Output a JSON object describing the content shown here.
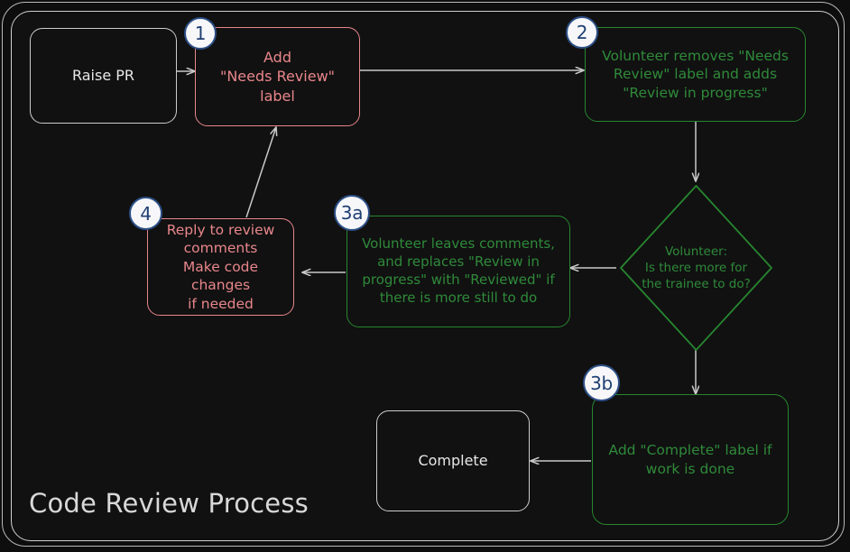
{
  "diagram": {
    "title": "Code Review Process",
    "type": "flowchart",
    "background_color": "#111111",
    "frame_color": "#cfcfcf",
    "palette": {
      "neutral_border": "#cccccc",
      "neutral_text": "#e8e8e8",
      "red_border": "#e8868b",
      "red_text": "#e8868b",
      "green_border": "#27862f",
      "green_text": "#2f8a3a",
      "edge_color": "#c9c9c9",
      "badge_fill": "#f7f7f9",
      "badge_border": "#2c4f86",
      "badge_text": "#1f3f72"
    },
    "nodes": [
      {
        "id": "raise-pr",
        "label": "Raise PR",
        "style": "neutral",
        "shape": "rounded-rect"
      },
      {
        "id": "add-needs-review",
        "label": "Add\n\"Needs Review\"\nlabel",
        "style": "red",
        "shape": "rounded-rect",
        "badge": "1"
      },
      {
        "id": "volunteer-removes",
        "label": "Volunteer removes \"Needs\nReview\" label and adds\n\"Review in progress\"",
        "style": "green",
        "shape": "rounded-rect",
        "badge": "2"
      },
      {
        "id": "decision-more-work",
        "label": "Volunteer:\nIs there more for\nthe trainee to do?",
        "style": "green",
        "shape": "diamond"
      },
      {
        "id": "volunteer-comments",
        "label": "Volunteer leaves comments,\nand replaces \"Review in\nprogress\" with \"Reviewed\" if\nthere is more still to do",
        "style": "green",
        "shape": "rounded-rect",
        "badge": "3a"
      },
      {
        "id": "reply-to-review",
        "label": "Reply to review\ncomments\nMake code changes\nif needed",
        "style": "red",
        "shape": "rounded-rect",
        "badge": "4"
      },
      {
        "id": "add-complete-label",
        "label": "Add \"Complete\" label if\nwork is done",
        "style": "green",
        "shape": "rounded-rect",
        "badge": "3b"
      },
      {
        "id": "complete",
        "label": "Complete",
        "style": "neutral",
        "shape": "rounded-rect"
      }
    ],
    "edges": [
      {
        "from": "raise-pr",
        "to": "add-needs-review"
      },
      {
        "from": "add-needs-review",
        "to": "volunteer-removes"
      },
      {
        "from": "volunteer-removes",
        "to": "decision-more-work"
      },
      {
        "from": "decision-more-work",
        "to": "volunteer-comments"
      },
      {
        "from": "volunteer-comments",
        "to": "reply-to-review"
      },
      {
        "from": "reply-to-review",
        "to": "add-needs-review"
      },
      {
        "from": "decision-more-work",
        "to": "add-complete-label"
      },
      {
        "from": "add-complete-label",
        "to": "complete"
      }
    ]
  }
}
